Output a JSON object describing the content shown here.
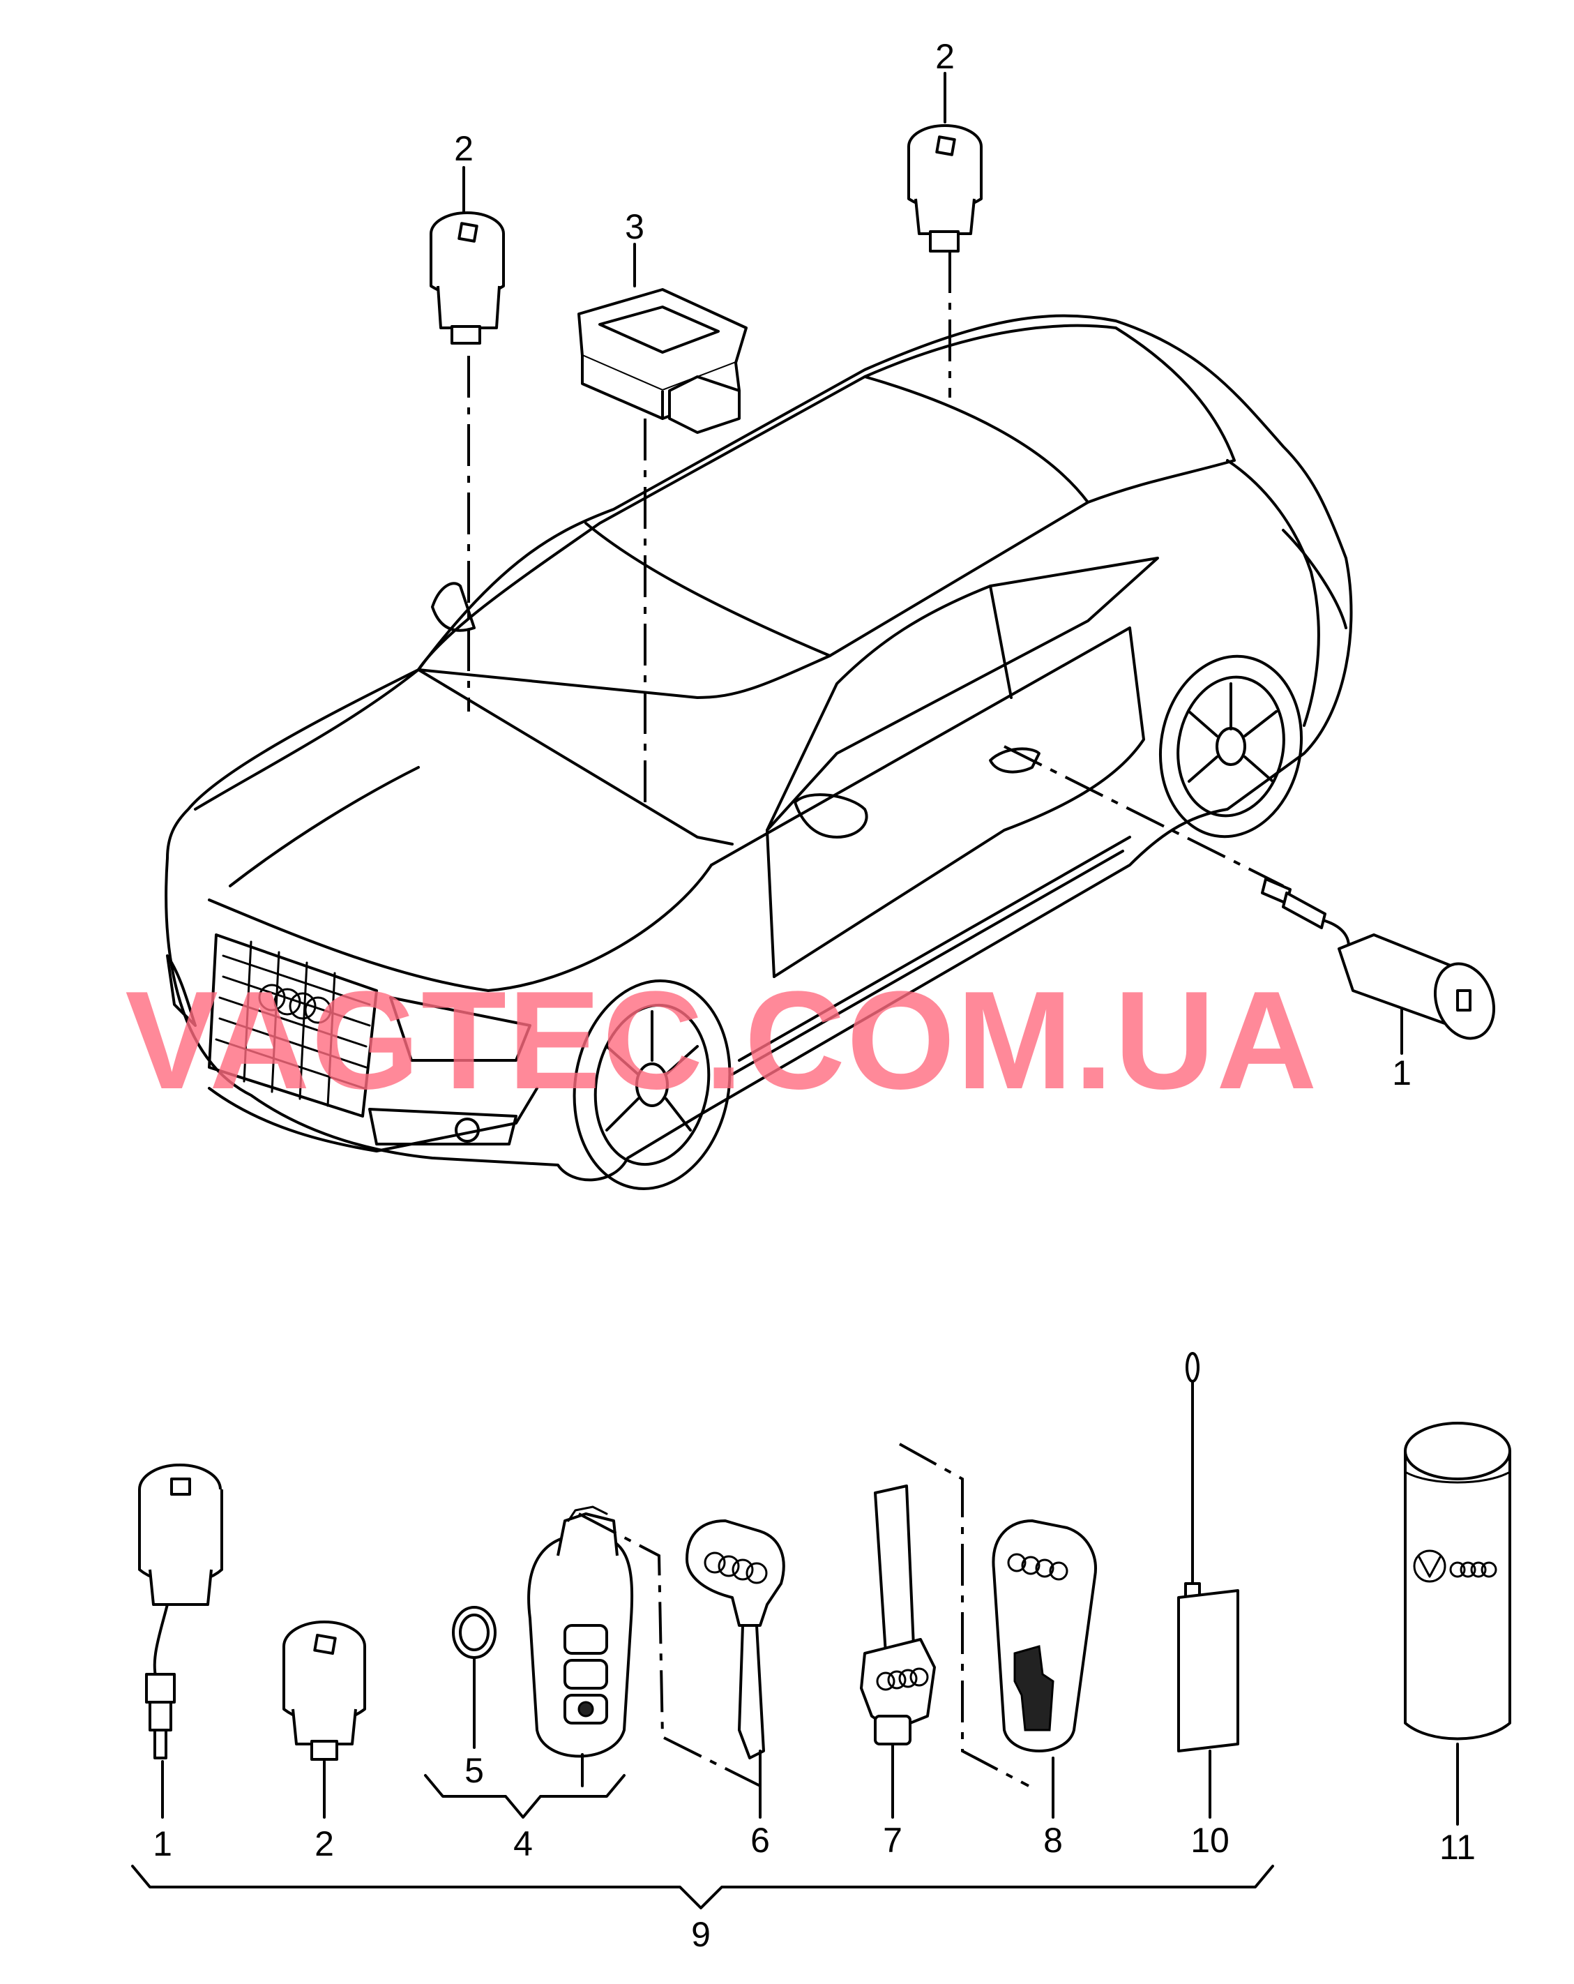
{
  "watermark": "VAGTEC.COM.UA",
  "callouts": {
    "car_lock_door": "1",
    "car_lock_roof_left": "2",
    "car_lock_roof_right": "2",
    "car_module": "3",
    "p1": "1",
    "p2": "2",
    "p4": "4",
    "p5": "5",
    "p6": "6",
    "p7": "7",
    "p8": "8",
    "p9": "9",
    "p10": "10",
    "p11": "11"
  }
}
